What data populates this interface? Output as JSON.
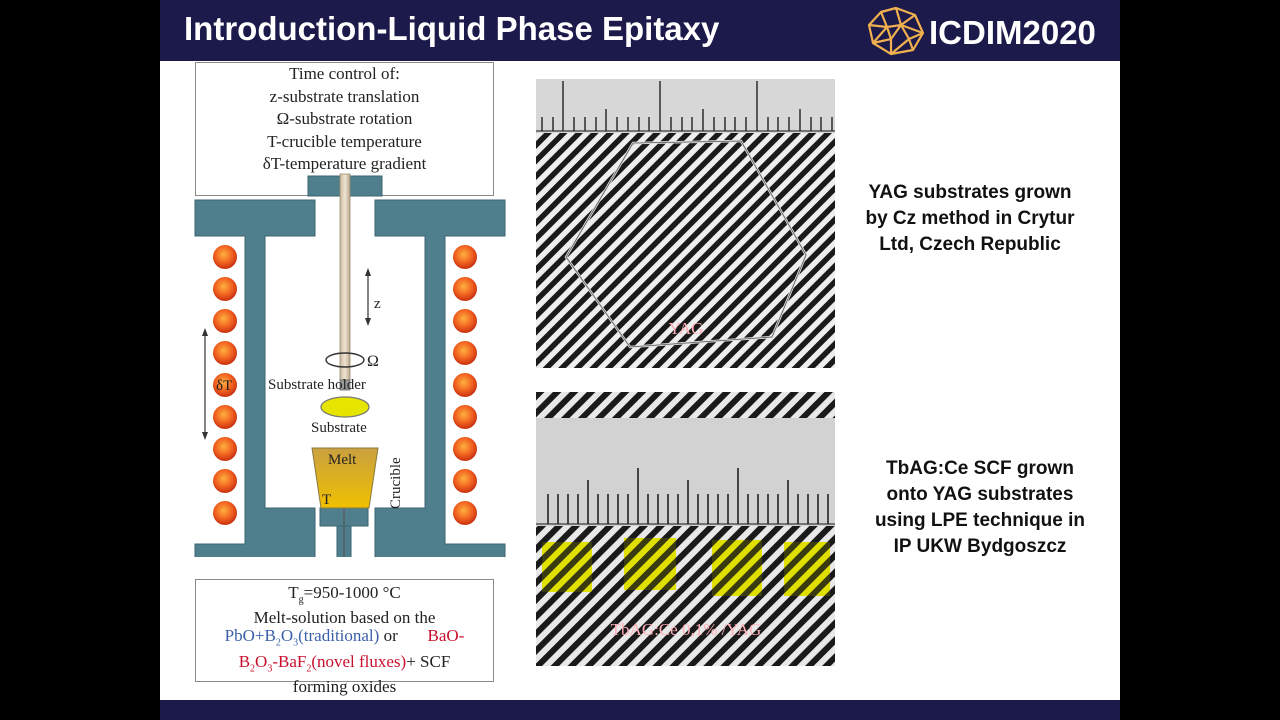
{
  "slide": {
    "title": "Introduction-Liquid Phase Epitaxy",
    "logo_text": "ICDIM2020"
  },
  "top_box": {
    "lines": [
      "Time control of:",
      "z-substrate translation",
      "Ω-substrate rotation",
      "T-crucible temperature",
      "δT-temperature gradient"
    ]
  },
  "diagram": {
    "z_label": "z",
    "omega_label": "Ω",
    "substrate_holder_label": "Substrate holder",
    "substrate_label": "Substrate",
    "melt_label": "Melt",
    "t_label": "T",
    "crucible_label": "Crucible",
    "delta_t_label": "δT"
  },
  "bottom_box": {
    "temp_prefix": "T",
    "temp_sub": "g",
    "temp_value": "=950-1000 °C",
    "line2": "Melt-solution based on the",
    "pbo": "PbO+B",
    "pbo_sub": "2",
    "pbo_o": "O",
    "pbo_sub2": "3",
    "pbo_trad": "(traditional)",
    "or": " or",
    "bao": "BaO-",
    "b2o3_b": "B",
    "b2o3_sub": "2",
    "b2o3_o": "O",
    "b2o3_sub2": "3",
    "baf": "-BaF",
    "baf_sub": "2",
    "novel": "(novel fluxes)",
    "scf": "+ SCF",
    "line5": "forming oxides"
  },
  "photo1": {
    "label": "YAG"
  },
  "photo2": {
    "label": "TbAG:Ce 0,1% /YAG"
  },
  "captions": {
    "yag": [
      "YAG substrates  grown",
      "by Cz method in Crytur",
      "Ltd, Czech Republic"
    ],
    "tbag": [
      "TbAG:Ce SCF grown",
      "onto YAG substrates",
      "using LPE technique in",
      "IP UKW Bydgoszcz"
    ]
  },
  "colors": {
    "header_bg": "#1c1a4a",
    "furnace_wall": "#4f7f8c",
    "heater_coil": "#e8541e",
    "melt_gold": "#d9b000",
    "substrate_yellow": "#e5e500"
  },
  "icons": {
    "logo": "geodesic-sphere-icon"
  }
}
